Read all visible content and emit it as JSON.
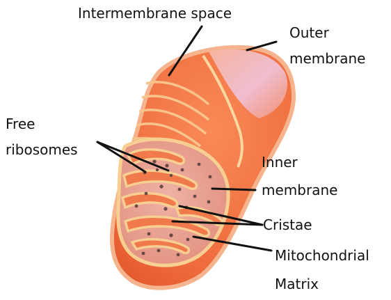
{
  "diagram": {
    "subject": "mitochondrion cross-section",
    "labels": {
      "intermembrane_space": "Intermembrane space",
      "outer_membrane_line1": "Outer",
      "outer_membrane_line2": "membrane",
      "free_ribosomes_line1": "Free",
      "free_ribosomes_line2": "ribosomes",
      "inner_membrane_line1": "Inner",
      "inner_membrane_line2": "membrane",
      "cristae": "Cristae",
      "matrix_line1": "Mitochondrial",
      "matrix_line2": "Matrix"
    },
    "colors": {
      "outer_membrane": "#f47a4a",
      "outer_highlight": "#f3c4d0",
      "intermembrane": "#ee6a3a",
      "inner_membrane": "#f7c98a",
      "matrix": "#e89a86",
      "ribosome": "#6b4a45",
      "leader_line": "#111111"
    }
  }
}
